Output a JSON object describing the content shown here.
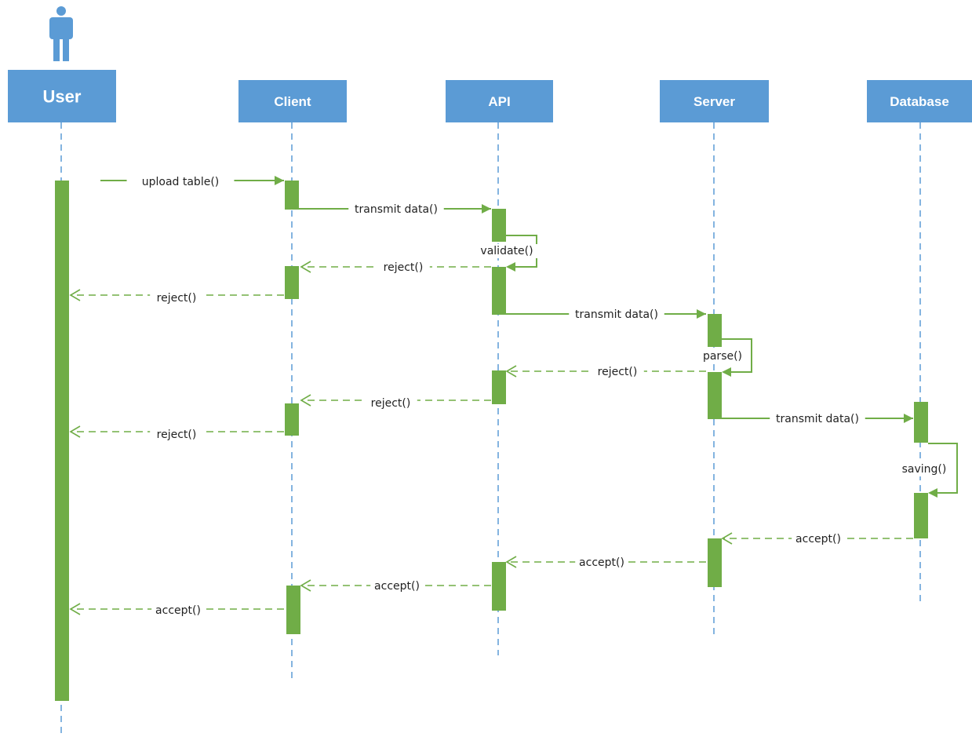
{
  "colors": {
    "lifeline_box": "#5b9bd5",
    "lifeline_title": "#ffffff",
    "lifeline_line": "#5b9bd5",
    "activation": "#70ad47",
    "message": "#70ad47",
    "label_text": "#222222"
  },
  "actor": {
    "icon": "person-icon"
  },
  "lifelines": [
    {
      "id": "user",
      "label": "User"
    },
    {
      "id": "client",
      "label": "Client"
    },
    {
      "id": "api",
      "label": "API"
    },
    {
      "id": "server",
      "label": "Server"
    },
    {
      "id": "database",
      "label": "Database"
    }
  ],
  "messages": [
    {
      "from": "user",
      "to": "client",
      "label": "upload table()",
      "kind": "sync"
    },
    {
      "from": "client",
      "to": "api",
      "label": "transmit data()",
      "kind": "sync"
    },
    {
      "from": "api",
      "to": "api",
      "label": "validate()",
      "kind": "self"
    },
    {
      "from": "api",
      "to": "client",
      "label": "reject()",
      "kind": "return"
    },
    {
      "from": "client",
      "to": "user",
      "label": "reject()",
      "kind": "return"
    },
    {
      "from": "api",
      "to": "server",
      "label": "transmit data()",
      "kind": "sync"
    },
    {
      "from": "server",
      "to": "server",
      "label": "parse()",
      "kind": "self"
    },
    {
      "from": "server",
      "to": "api",
      "label": "reject()",
      "kind": "return"
    },
    {
      "from": "api",
      "to": "client",
      "label": "reject()",
      "kind": "return"
    },
    {
      "from": "client",
      "to": "user",
      "label": "reject()",
      "kind": "return"
    },
    {
      "from": "server",
      "to": "database",
      "label": "transmit data()",
      "kind": "sync"
    },
    {
      "from": "database",
      "to": "database",
      "label": "saving()",
      "kind": "self"
    },
    {
      "from": "database",
      "to": "server",
      "label": "accept()",
      "kind": "return"
    },
    {
      "from": "server",
      "to": "api",
      "label": "accept()",
      "kind": "return"
    },
    {
      "from": "api",
      "to": "client",
      "label": "accept()",
      "kind": "return"
    },
    {
      "from": "client",
      "to": "user",
      "label": "accept()",
      "kind": "return"
    }
  ]
}
